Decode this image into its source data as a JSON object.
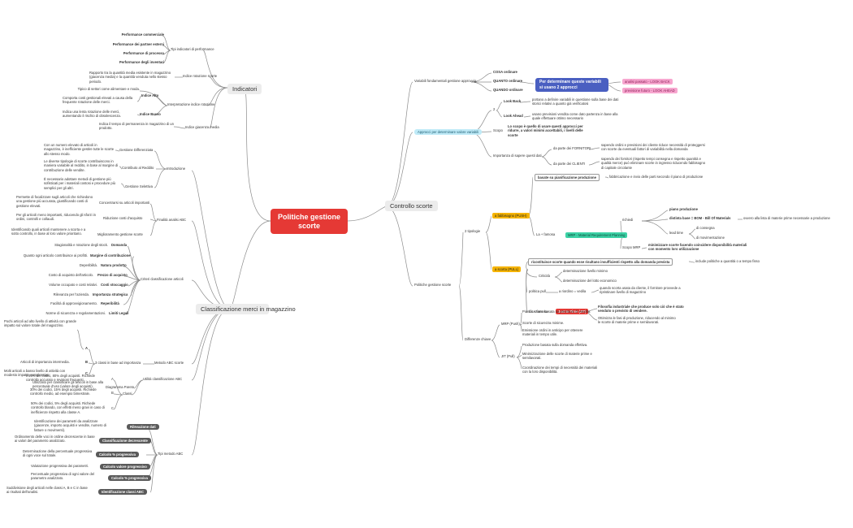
{
  "root": "Politiche gestione scorte",
  "main": {
    "indicatori": "Indicatori",
    "controllo": "Controllo scorte",
    "classificazione": "Classificazione merci in magazzino"
  },
  "indicatori": {
    "tipi": "Tipi indicatori di performance",
    "perf_comm": "Performance commerciale",
    "perf_partner": "Performance dei partner esterni",
    "perf_proc": "Performance di processo",
    "perf_inv": "Performance degli inventari",
    "rotazione": "Indice rotazione scorte",
    "rotazione_desc": "Rapporto tra la quantità media esistente in magazzino (giacenza media) e la quantità venduta nello stesso periodo.",
    "interpretazione": "Interpretazione indice rotazione",
    "tipico": "Tipico di settori come alimentare e moda.",
    "alto": "Indice Alto",
    "alto_desc": "Comporta costi gestionali elevati a causa della frequente rotazione delle merci.",
    "basso": "Indice Basso",
    "basso_desc": "Indica una lenta rotazione delle merci, aumentando il rischio di obsolescenza.",
    "giacenza": "Indice giacenza media",
    "giacenza_desc": "Indica il tempo di permanenza in magazzino di un prodotto."
  },
  "classificazione": {
    "introduzione": "Introduzione",
    "diff_desc": "Con un numero elevato di articoli in magazzino, è inefficiente gestire tutte le scorte allo stesso modo.",
    "diff": "Gestione Differenziata",
    "contrib_desc": "Le diverse tipologie di scorte contribuiscono in maniera variabile al reddito, in base al margine di contribuzione delle vendite.",
    "contrib": "Contributo al Reddito",
    "selettiva_desc": "È necessario adottare metodi di gestione più sofisticati per i materiali costosi e procedure più semplici per gli altri.",
    "selettiva": "Gestione Selettiva",
    "finalita": "Finalità analisi ABC",
    "conc_desc": "Permette di focalizzare sugli articoli che richiedono una gestione più accurata, giustificando costi di gestione elevati.",
    "conc": "Concentrarsi su articoli importanti",
    "riduz_desc": "Per gli articoli meno importanti, riducendo gli sforzi in ordini, controlli e collaudi.",
    "riduz": "Riduzione costi d'acquisto",
    "migl_desc": "Identificando quali articoli mantenere a scorta e a sotto controllo, in base al loro valore prioritario.",
    "migl": "Miglioramento gestione scorte",
    "criteri": "Criteri classificazione articoli",
    "domanda_desc": "Stagionalità e rotazione degli stock.",
    "domanda": "Domanda",
    "margine_desc": "Quanto ogni articolo contribuisce ai profitti.",
    "margine": "Margine di contribuzione",
    "deperibilita_desc": "Deperibilità.",
    "deperibilita": "Natura prodotto",
    "prezzo_desc": "Costo di acquisto dell'articolo.",
    "prezzo": "Prezzo di acquisto",
    "stocc_desc": "Volume occupato e costi relativi.",
    "stocc": "Costi stoccaggio",
    "strat_desc": "Rilevanza per l'azienda.",
    "strat": "Importanza strategica",
    "reper_desc": "Facilità di approvvigionamento.",
    "reper": "Reperibilità",
    "legali_desc": "Norme di sicurezza e regolamentazioni.",
    "legali": "Limiti Legali",
    "metodo": "Metodo ABC scorte",
    "classi3": "3 classi in base ad importanza",
    "a_desc": "Pochi articoli ad alto livello di attività con grande impatto sul valore totale del magazzino.",
    "a": "A",
    "b_desc": "Articoli di importanza intermedia.",
    "b": "B",
    "c_desc": "Molti articoli a basso livello di attività con modesto impatto complessivo.",
    "c": "C",
    "utilita": "Utilità classificazione ABC",
    "pareto": "Diagramma Pareto",
    "pareto_desc": "Utilizzato per classificare gli articoli in base alla percentuale d'uso (valore degli acquisti).",
    "classi": "Classi",
    "classe_a_desc": "Il 20% dei codici, 80% degli acquisti. Richiede controllo accurato e revisioni frequenti.",
    "classe_a": "A",
    "classe_b_desc": "30% dei codici, 15% degli acquisti. Richiede controllo medio, ad esempio bimestrale.",
    "classe_b": "B",
    "classe_c_desc": "50% dei codici, 5% degli acquisti. Richiede controllo blando, con effetti meno gravi in caso di inefficienze rispetto alla classe A.",
    "classe_c": "C",
    "tipi_metodo": "Tipi metodo ABC",
    "step1_desc": "Identificazione dei parametri da analizzare (giacenze, importo acquisti e vendite, numero di fatture o movimenti).",
    "step1": "Rilevazione dati",
    "step2_desc": "Ordinamento delle voci in ordine decrescente in base ai valori del parametro analizzato.",
    "step2": "Classificazione decrescente",
    "step3_desc": "Determinazione della percentuale progressiva di ogni voce sul totale.",
    "step3": "Calcolo % progressiva",
    "step4_desc": "Valutazione progressiva dei parametri.",
    "step4": "Calcolo valore progressivo",
    "step5_desc": "Percentuale progressiva di ogni valore del parametro analizzato.",
    "step5": "Calcolo % progressiva",
    "step6_desc": "Suddivisione degli articoli nelle classi A, B e C in base ai risultati dell'analisi.",
    "step6": "Identificazione classi ABC"
  },
  "controllo": {
    "variabili": "Variabili fondamentali gestione approvvig.",
    "cosa": "COSA ordinare",
    "quanto": "QUANTO ordinare",
    "quando": "QUANDO ordinare",
    "determinare": "Per determinare queste variabili si usano 2 approcci",
    "passato": "analisi passato - LOOK BACK",
    "futuro": "previsione futuro - LOOK AHEAD",
    "approcci": "Approcci per determinare valore variabili",
    "due": "2",
    "lookback": "Look Back",
    "lookback_desc": "portano a definire variabili in questione sulla base dei dati storici relativi a quanto già verificatosi",
    "lookahead": "Look Ahead",
    "lookahead_desc": "usano previsioni vendita come dato partenza in base alla quale effettuare ottimo necessario",
    "scopo": "Scopo",
    "scopo_desc": "Lo scopo è quello di usare questi approcci per ridurre, a valori minimi accettabili, i livelli delle scorte",
    "importanza": "Importanza di sapere questi dati",
    "fornitori": "da parte dei FORNITORI",
    "fornitori_desc": "sapendo ordini e previsioni dei cliente riduce necessità di proteggersi con scorte da eventuali fattori di variabilità nella domanda",
    "clienti": "da parte dei CLIENTI",
    "clienti_desc": "sapendo dei fornitori (rispetto tempi consegna e rispetto quantità e qualità merce) può eliminare scorte in ingresso riducendo fabbisogno di capitale circolante",
    "politiche": "Politiche gestione scorte",
    "tipologie": "2 tipologie",
    "push": "a fabbisogno (PUSH)",
    "pianif": "basate su pianificazione produzione",
    "pianif_desc": "fabbricazione e invio delle parti secondo il piano di produzione",
    "famosa1": "La + famosa",
    "mrp": "MRP - Material Requirement Planning",
    "richiedi": "richiedi",
    "piano": "piano produzione",
    "distinta": "distinta base = BOM - Bill Of Materials",
    "distinta_desc": "ovvero alla lista di materie prime necessarie a produzione",
    "lead": "lead time",
    "consegna": "di consegna",
    "movimentazione": "di movimentazione",
    "scopo_mrp": "Scopo MRP",
    "scopo_mrp_desc": "minimizzare scorte facendo coincidere disponibilità materiali con momento loro utilizzazione",
    "pull": "a scorta (PULL)",
    "ricostituzione": "ricostituisce scorte quando esse risultano insufficienti rispetto alla domanda prevista",
    "ricostituzione_desc": "include politiche a quantità o a tempo fisso",
    "criticita": "Criticità",
    "livello": "determinazione livello minimo",
    "lotto": "determinazione del lotto economico",
    "politica_pull": "politica pull",
    "riordino": "a riordino = vedila",
    "riordino_desc": "quando scorta usata da cliente, il fornitore provvede a ripristinare livello di magazzino",
    "famosa2": "La + famosa",
    "jit": "Just In Time (JIT)",
    "jit_desc": "Filosofia industriale che produce solo ciò che è stato venduto o previsto di vendere.",
    "jit_desc2": "Ottimizza le fasi di produzione, riducendo al minimo le scorte di materie prime e semilavorati.",
    "differenze": "Differenze chiave",
    "mrp_push": "MRP (Push)",
    "mrp_p1": "Pianificazione basata su previsioni di vendita.",
    "mrp_p2": "Scorte di sicurezza minime.",
    "mrp_p3": "Emissione ordini in anticipo per ottenere materiali in tempo utile.",
    "jit_pull": "JIT (Pull)",
    "jit_p1": "Produzione basata sulla domanda effettiva.",
    "jit_p2": "Minimizzazione delle scorte di materie prime e semilavorati.",
    "jit_p3": "Coordinazione dei tempi di necessità dei materiali con la loro disponibilità."
  }
}
